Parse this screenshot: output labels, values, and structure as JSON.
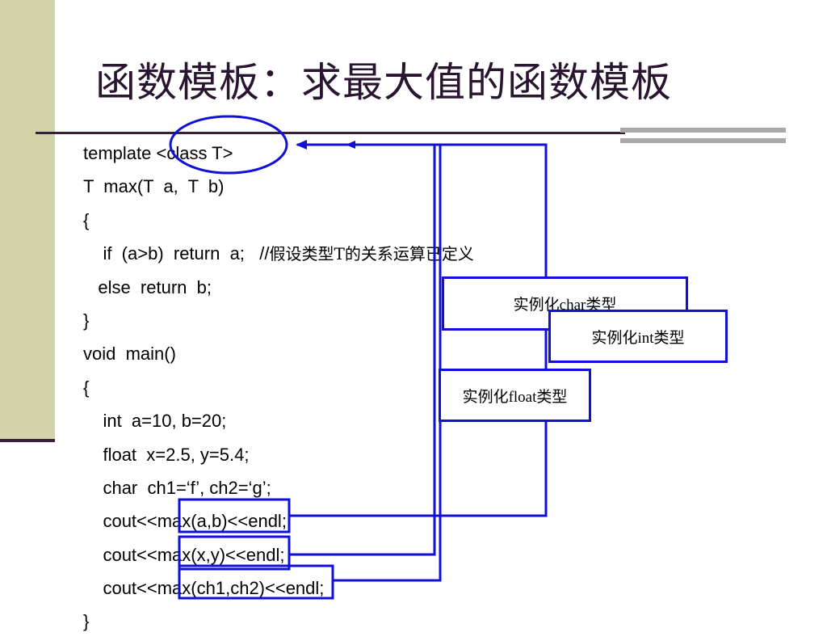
{
  "slide": {
    "title": "函数模板：求最大值的函数模板"
  },
  "code_lines": [
    {
      "indent": "",
      "text": "template <class T>"
    },
    {
      "indent": "",
      "text": "T  max(T  a,  T  b)"
    },
    {
      "indent": "",
      "text": "{"
    },
    {
      "indent": "    ",
      "text": "if  (a>b)  return  a;   //",
      "comment": "假设类型T的关系运算已定义"
    },
    {
      "indent": "   ",
      "text": "else  return  b;"
    },
    {
      "indent": "",
      "text": "}"
    },
    {
      "indent": "",
      "text": "void  main()"
    },
    {
      "indent": "",
      "text": "{"
    },
    {
      "indent": "    ",
      "text": "int  a=10, b=20;"
    },
    {
      "indent": "    ",
      "text": "float  x=2.5, y=5.4;"
    },
    {
      "indent": "    ",
      "text": "char  ch1=‘f’, ch2=‘g’;"
    },
    {
      "indent": "    ",
      "text": "cout<<max(a,b)<<endl;"
    },
    {
      "indent": "    ",
      "text": "cout<<max(x,y)<<endl;"
    },
    {
      "indent": "    ",
      "text": "cout<<max(ch1,ch2)<<endl;"
    },
    {
      "indent": "",
      "text": "}"
    }
  ],
  "annotations": {
    "char_label": "实例化char类型",
    "int_label": "实例化int类型",
    "float_label": "实例化float类型"
  },
  "colors": {
    "annotation_blue": "#1010d8",
    "sidebar": "#d3d3a9",
    "rule": "#3a1f3a"
  }
}
